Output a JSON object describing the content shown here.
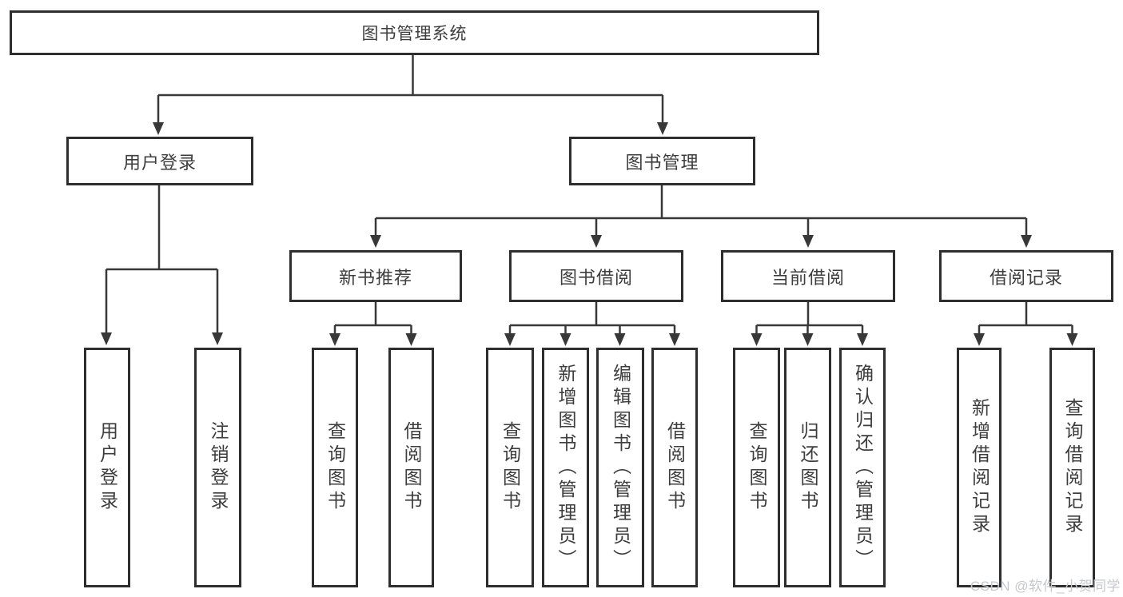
{
  "diagram": {
    "root": {
      "label": "图书管理系统"
    },
    "branches": [
      {
        "label": "用户登录",
        "children": [
          {
            "label": "用户登录"
          },
          {
            "label": "注销登录"
          }
        ]
      },
      {
        "label": "图书管理",
        "groups": [
          {
            "label": "新书推荐",
            "children": [
              {
                "label": "查询图书"
              },
              {
                "label": "借阅图书"
              }
            ]
          },
          {
            "label": "图书借阅",
            "children": [
              {
                "label": "查询图书"
              },
              {
                "label": "新增图书（管理员）"
              },
              {
                "label": "编辑图书（管理员）"
              },
              {
                "label": "借阅图书"
              }
            ]
          },
          {
            "label": "当前借阅",
            "children": [
              {
                "label": "查询图书"
              },
              {
                "label": "归还图书"
              },
              {
                "label": "确认归还（管理员）"
              }
            ]
          },
          {
            "label": "借阅记录",
            "children": [
              {
                "label": "新增借阅记录"
              },
              {
                "label": "查询借阅记录"
              }
            ]
          }
        ]
      }
    ]
  },
  "watermark": {
    "text": "CSDN @软件_小贺同学"
  },
  "colors": {
    "line": "#383838",
    "border": "#2e2e2e",
    "text": "#3d3d3d",
    "watermark": "#c5c8cb",
    "background": "#ffffff"
  }
}
